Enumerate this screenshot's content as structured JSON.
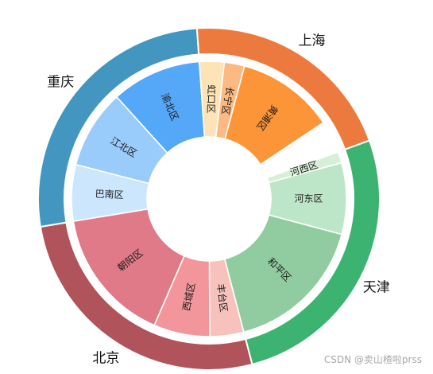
{
  "chart_data": {
    "type": "sunburst",
    "title": "",
    "rings": {
      "outer": [
        {
          "name": "天津",
          "value": 3,
          "color": "#3cb371"
        },
        {
          "name": "北京",
          "value": 3,
          "color": "#b0535b"
        },
        {
          "name": "重庆",
          "value": 3,
          "color": "#4396c0"
        },
        {
          "name": "上海",
          "value": 2.33,
          "color": "#ec7a3e"
        }
      ],
      "inner": [
        {
          "name": "河西区",
          "parent": "天津",
          "value": 0.15,
          "color": "#d6efd8"
        },
        {
          "name": "河东区",
          "parent": "天津",
          "value": 0.95,
          "color": "#bde6c8"
        },
        {
          "name": "和平区",
          "parent": "天津",
          "value": 1.9,
          "color": "#90cc9f"
        },
        {
          "name": "丰台区",
          "parent": "北京",
          "value": 0.45,
          "color": "#f8c2bc"
        },
        {
          "name": "西城区",
          "parent": "北京",
          "value": 0.75,
          "color": "#f3969b"
        },
        {
          "name": "朝阳区",
          "parent": "北京",
          "value": 1.8,
          "color": "#e07a88"
        },
        {
          "name": "巴南区",
          "parent": "重庆",
          "value": 0.75,
          "color": "#cce6fd"
        },
        {
          "name": "江北区",
          "parent": "重庆",
          "value": 1.05,
          "color": "#99ccfa"
        },
        {
          "name": "渝北区",
          "parent": "重庆",
          "value": 1.2,
          "color": "#55a7f8"
        },
        {
          "name": "虹口区",
          "parent": "上海",
          "value": 0.33,
          "color": "#fde3b6"
        },
        {
          "name": "长宁区",
          "parent": "上海",
          "value": 0.27,
          "color": "#fdb982"
        },
        {
          "name": "黄浦区",
          "parent": "上海",
          "value": 1.3,
          "color": "#fb9538"
        },
        {
          "name": "",
          "parent": "上海",
          "value": 0.43,
          "color": "#ffffff"
        }
      ]
    }
  },
  "watermark": "CSDN @卖山楂啦prss"
}
